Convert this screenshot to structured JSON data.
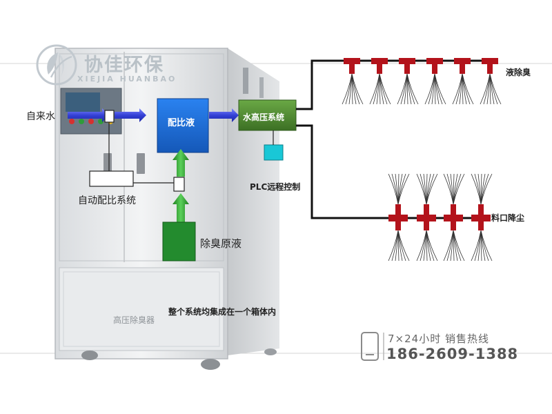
{
  "logo": {
    "name": "协佳环保",
    "pinyin": "XIEJIA HUANBAO"
  },
  "machine": {
    "plate_text": "高压除臭器"
  },
  "nodes": {
    "water_in": "自来水",
    "mixing_tank": "配比液",
    "hp_system": "水高压系统",
    "auto_ratio": "自动配比系统",
    "concentrate": "除臭原液",
    "plc": "PLC远程控制",
    "out_deodor": "液除臭",
    "out_dust": "料口降尘",
    "caption": "整个系统均集成在一个箱体内"
  },
  "hotline": {
    "hours": "7×24小时  销售热线",
    "phone": "186-2609-1388"
  },
  "colors": {
    "blue_arrow": "#3c48d8",
    "green_arrow": "#2aa02a",
    "tank_blue": "#1f6fd6",
    "hp_green": "#4e8a34",
    "plc_cyan": "#19c7d6",
    "nozzle_red": "#b3131b",
    "concentrate_green": "#238b2e"
  }
}
